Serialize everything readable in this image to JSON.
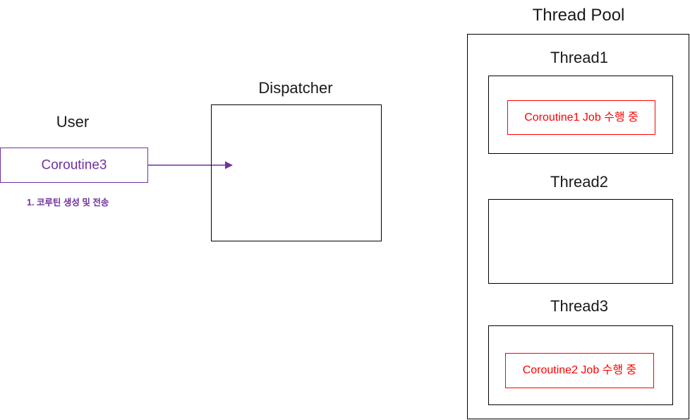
{
  "diagram": {
    "title_user": "User",
    "title_dispatcher": "Dispatcher",
    "title_thread_pool": "Thread Pool",
    "colors": {
      "purple": "#7030A0",
      "red": "#FF0000",
      "black": "#000000",
      "background": "#FFFFFF"
    }
  },
  "user_section": {
    "label": "User",
    "coroutine_box": {
      "label": "Coroutine3"
    },
    "note": "1. 코루틴 생성 및 전송"
  },
  "dispatcher_section": {
    "label": "Dispatcher",
    "body": ""
  },
  "thread_pool": {
    "label": "Thread Pool",
    "threads": [
      {
        "label": "Thread1",
        "job": "Coroutine1 Job 수행 중",
        "has_job": true
      },
      {
        "label": "Thread2",
        "job": "",
        "has_job": false
      },
      {
        "label": "Thread3",
        "job": "Coroutine2 Job 수행 중",
        "has_job": true
      }
    ]
  },
  "arrow": {
    "name": "coroutine-to-dispatcher-arrow",
    "color": "#7030A0",
    "from": "Coroutine3",
    "to": "Dispatcher"
  }
}
